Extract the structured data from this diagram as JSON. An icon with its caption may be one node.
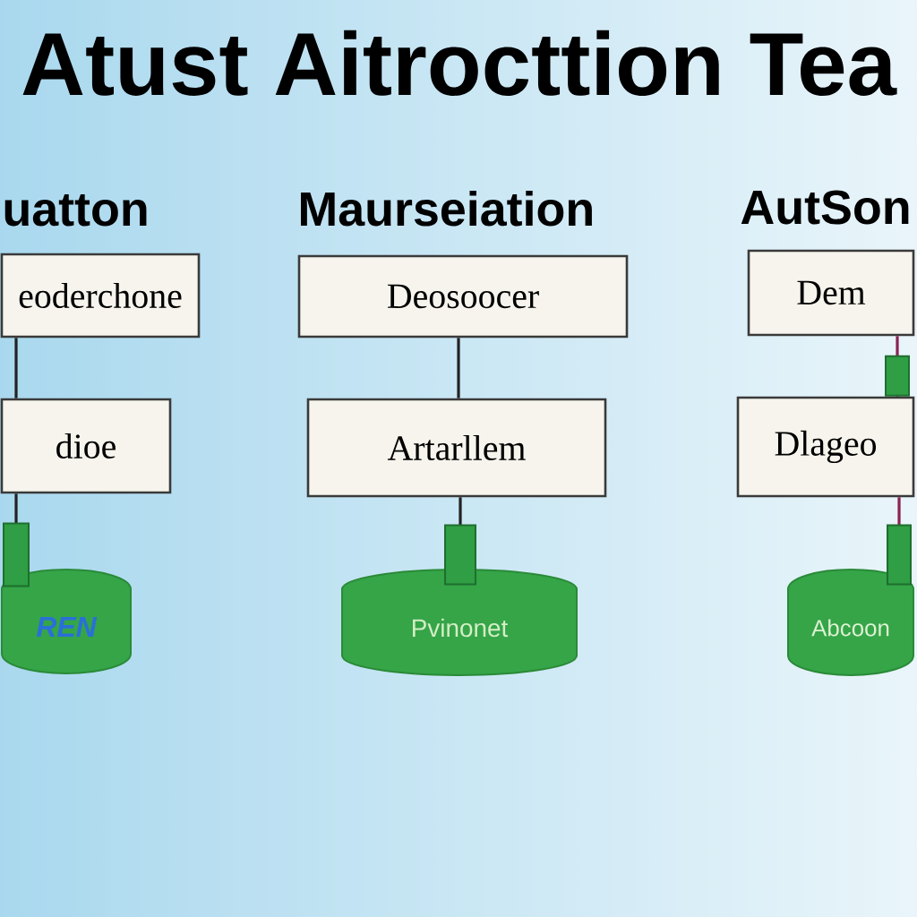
{
  "diagram": {
    "title": "Atust Aitrocttion Tea",
    "nodes": [
      {
        "text": [
          "eoderchone"
        ]
      },
      {
        "text": [
          "dioe"
        ]
      },
      {
        "text": [
          "REN"
        ]
      },
      {
        "text": [
          "Deosoocer"
        ]
      },
      {
        "text": [
          "Artarllem"
        ]
      },
      {
        "text": [
          "Pvinonet"
        ]
      },
      {
        "text": [
          "Dem"
        ]
      },
      {
        "text": [
          "Dlageo"
        ]
      },
      {
        "text": [
          "Abcoon"
        ]
      }
    ],
    "edges": [
      {
        "from": 0,
        "to": 1,
        "arrow": "none"
      },
      {
        "from": 1,
        "to": 2,
        "arrow": "other"
      },
      {
        "from": 3,
        "to": 4,
        "arrow": "none"
      },
      {
        "from": 4,
        "to": 5,
        "arrow": "other"
      },
      {
        "from": 6,
        "to": 7,
        "arrow": "other",
        "color": "#8b2252"
      },
      {
        "from": 7,
        "to": 8,
        "arrow": "other",
        "color": "#8b2252"
      }
    ],
    "labels": [
      "uatton",
      "Maurseiation",
      "AutSon"
    ]
  }
}
